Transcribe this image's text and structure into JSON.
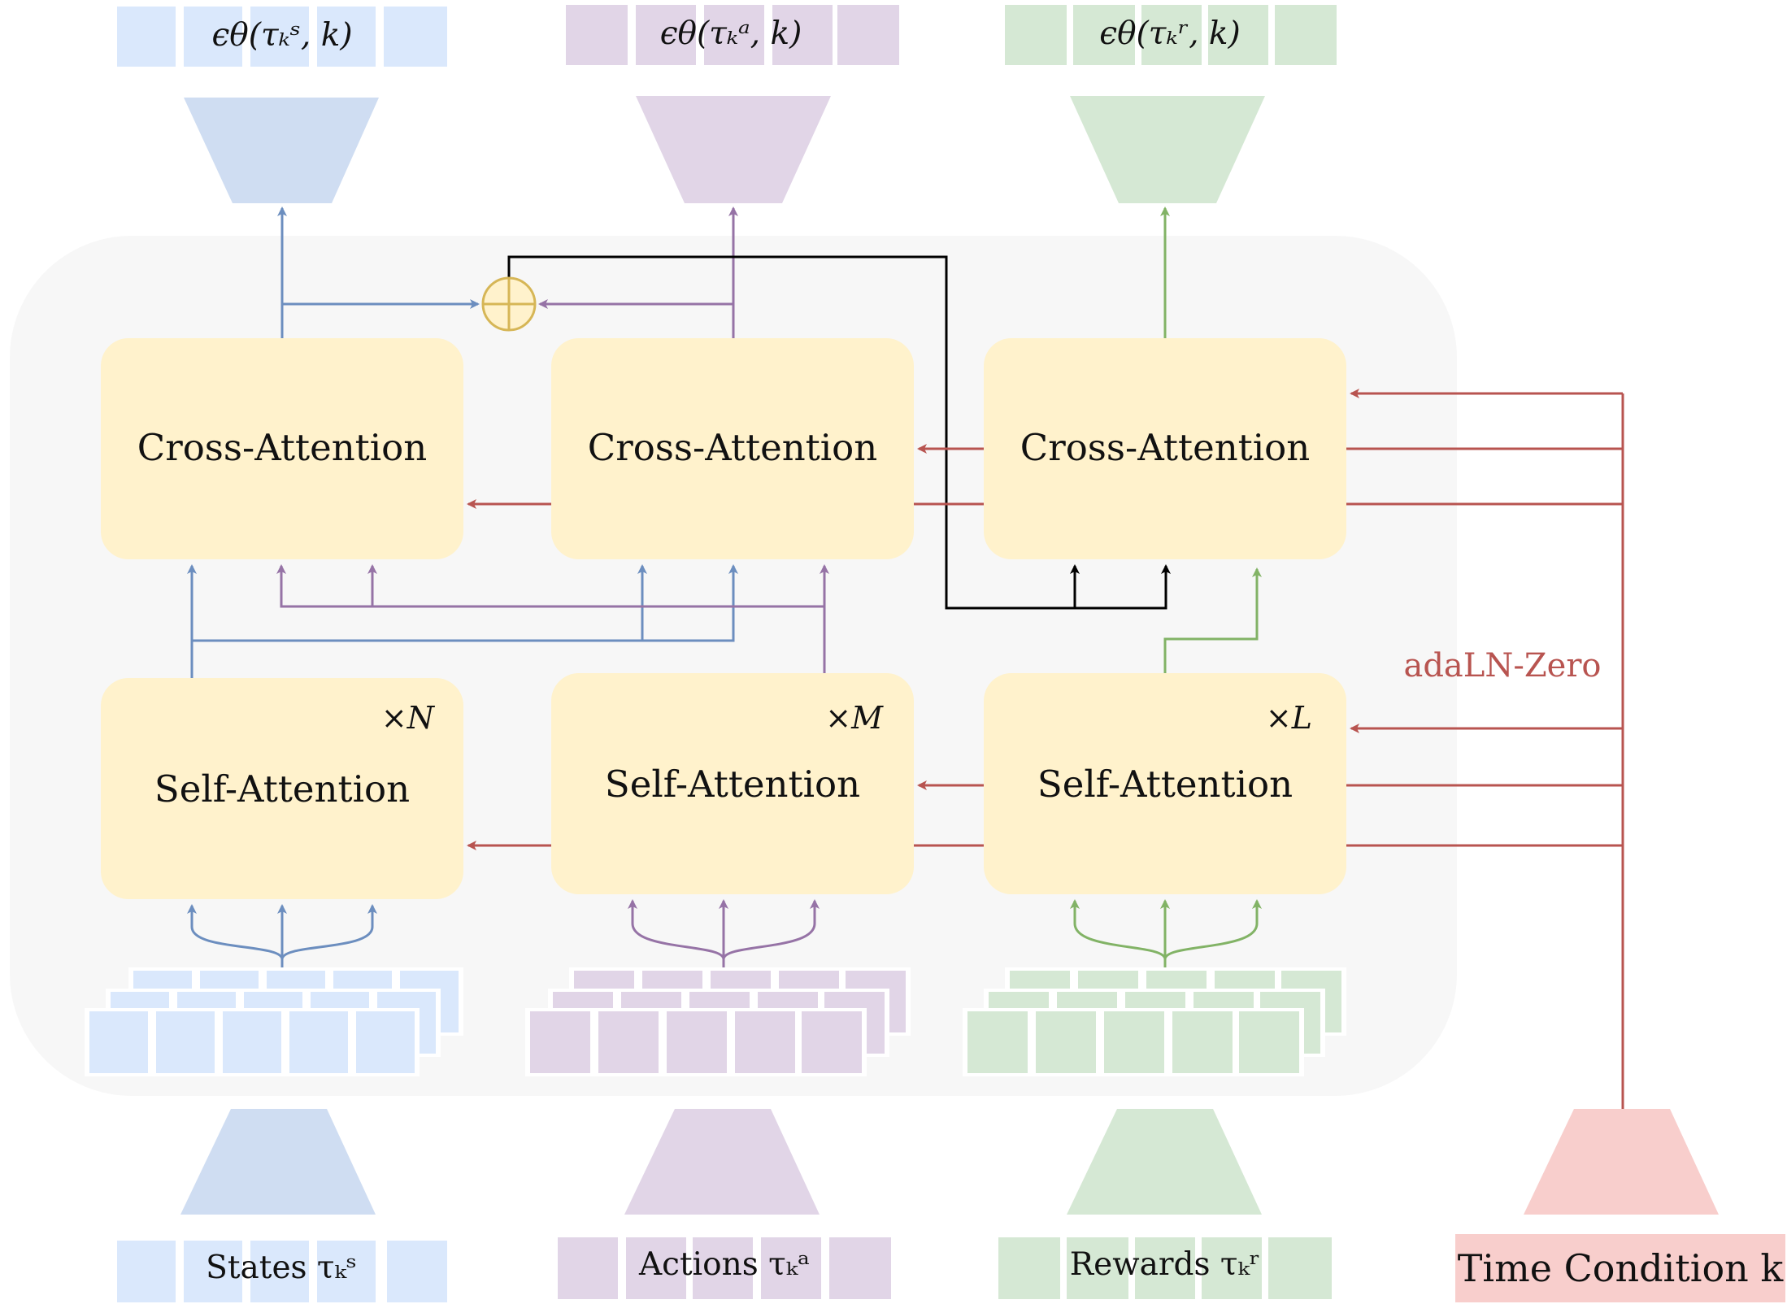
{
  "colors": {
    "state": "#6c8ebf",
    "state_light": "#dae8fc",
    "state_trap": "#cfddf2",
    "action": "#9673a6",
    "action_light": "#e1d5e7",
    "reward": "#82b366",
    "reward_light": "#d5e8d4",
    "time": "#b85450",
    "time_light": "#f8cecc",
    "block": "#fff2cc",
    "sum": "#d6b656",
    "panel": "#f7f7f7"
  },
  "outputs": {
    "states": "ϵθ(τₖˢ, k)",
    "actions": "ϵθ(τₖᵃ, k)",
    "rewards": "ϵθ(τₖʳ, k)"
  },
  "cross_attention": {
    "states": "Cross-Attention",
    "actions": "Cross-Attention",
    "rewards": "Cross-Attention"
  },
  "self_attention": {
    "states": "Self-Attention",
    "actions": "Self-Attention",
    "rewards": "Self-Attention"
  },
  "repeat": {
    "states": "×N",
    "actions": "×M",
    "rewards": "×L"
  },
  "inputs": {
    "states": "States τₖˢ",
    "actions": "Actions τₖᵃ",
    "rewards": "Rewards τₖʳ"
  },
  "conditioning": {
    "label": "adaLN-Zero",
    "time": "Time Condition k"
  },
  "icons": {
    "sum": "circled-plus-icon",
    "encoder": "trapezoid-icon",
    "decoder": "inverted-trapezoid-icon"
  }
}
